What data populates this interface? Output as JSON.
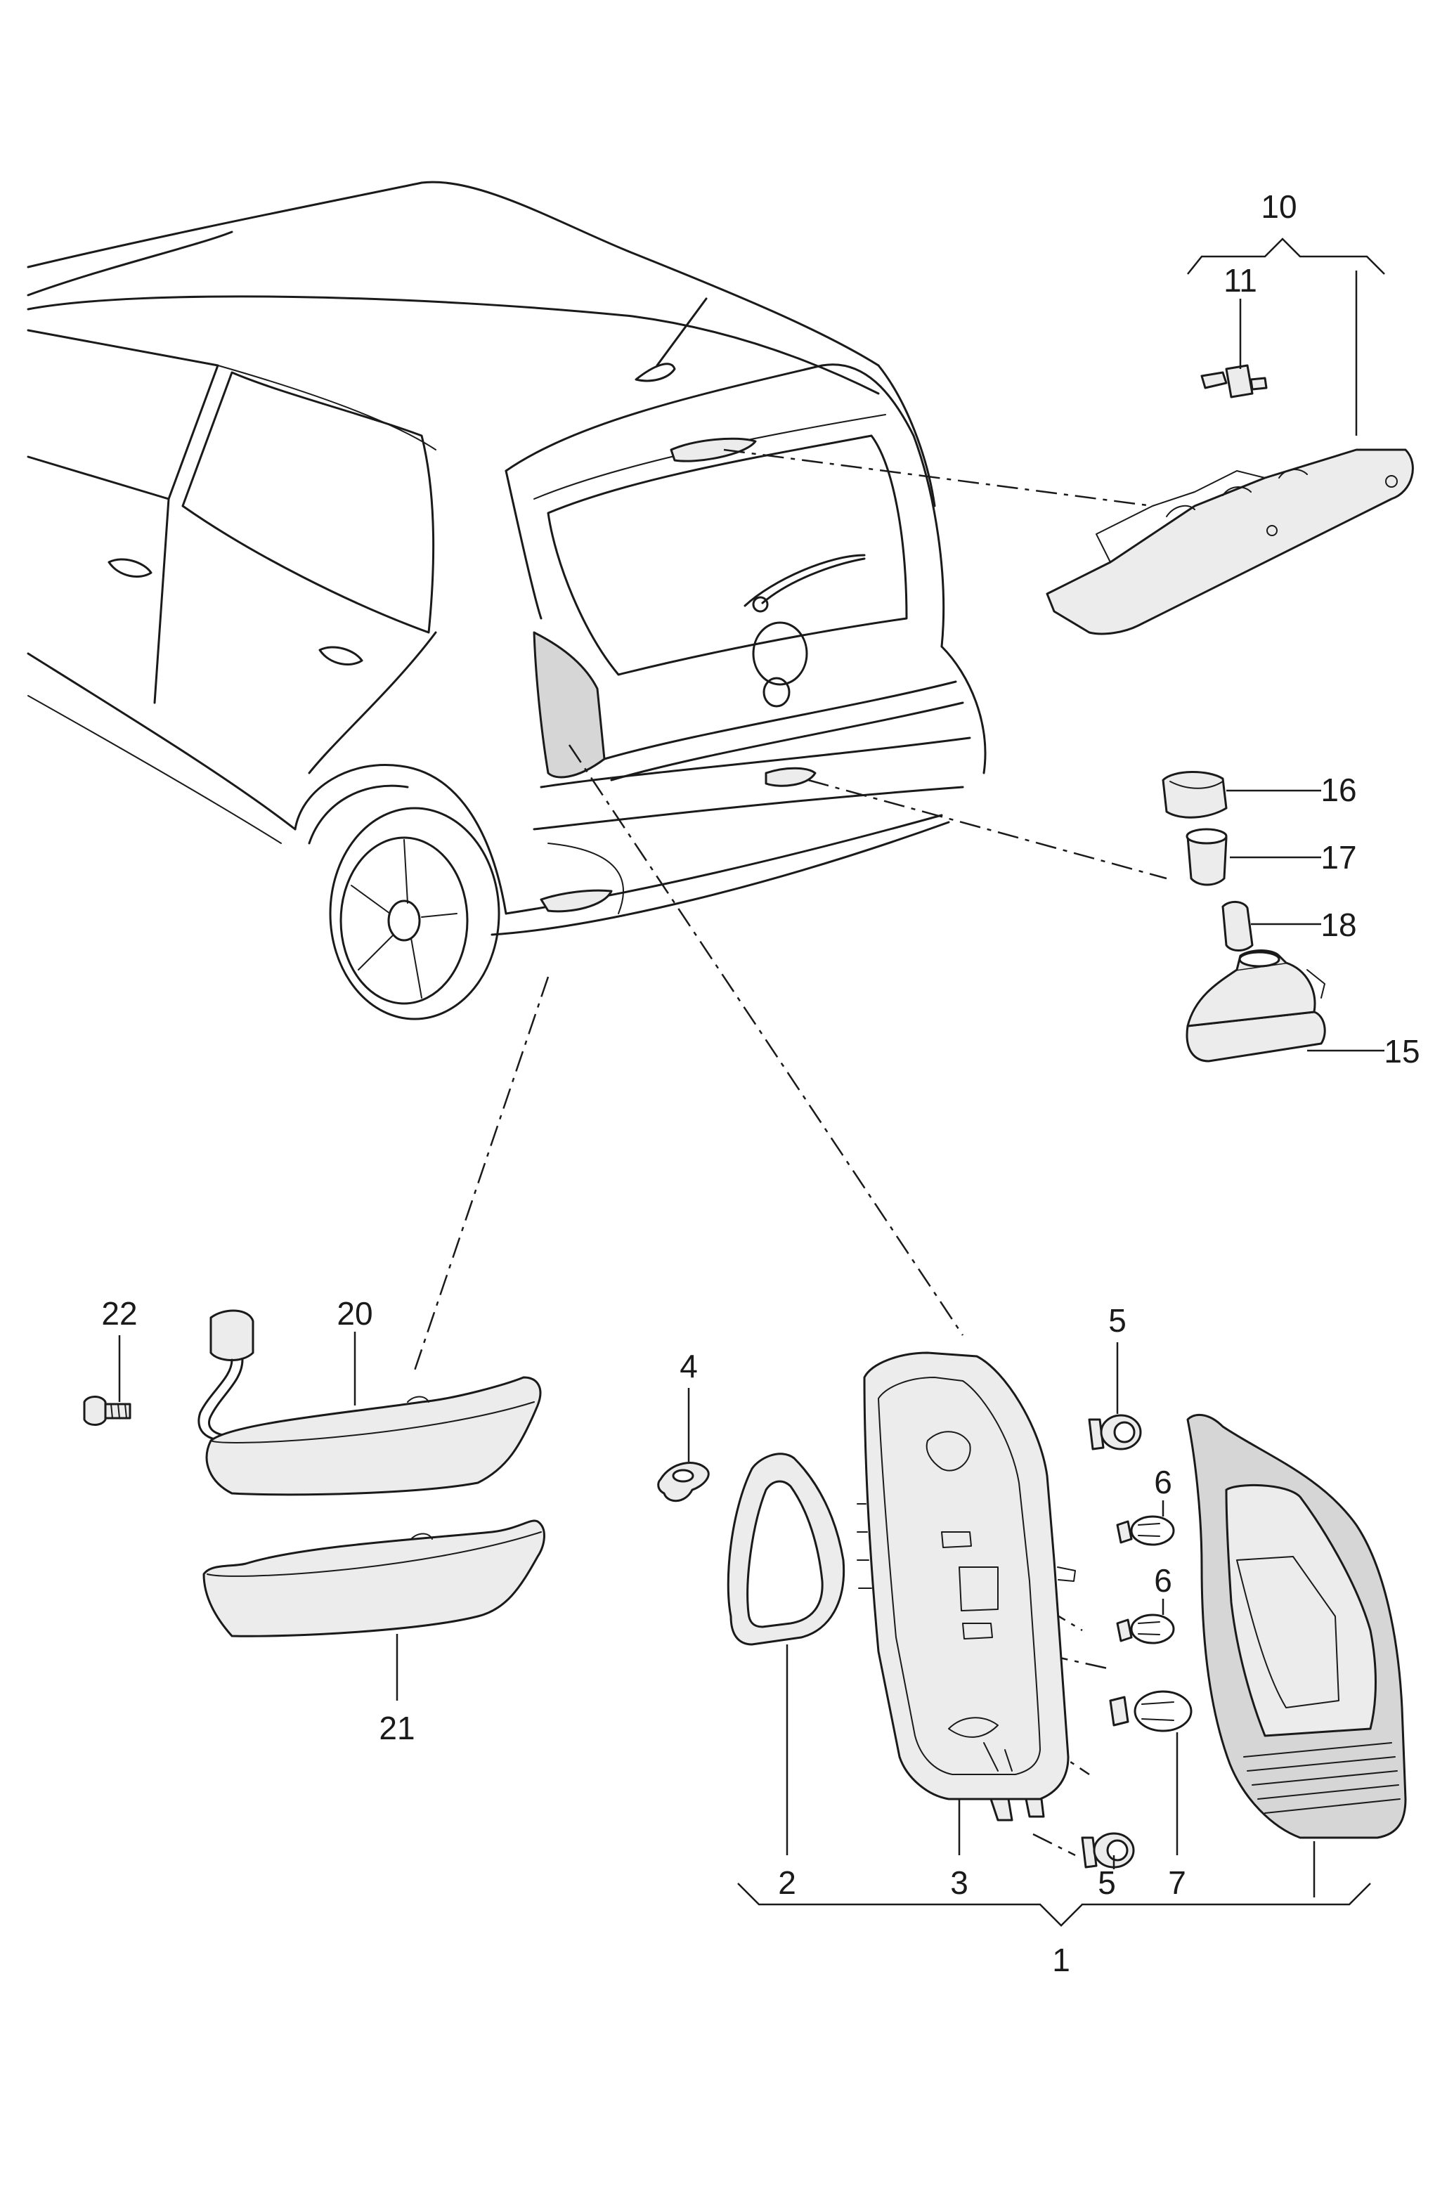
{
  "callouts": {
    "c1": "1",
    "c2": "2",
    "c3": "3",
    "c4": "4",
    "c5a": "5",
    "c5b": "5",
    "c6a": "6",
    "c6b": "6",
    "c7": "7",
    "c10": "10",
    "c11": "11",
    "c15": "15",
    "c16": "16",
    "c17": "17",
    "c18": "18",
    "c20": "20",
    "c21": "21",
    "c22": "22"
  }
}
